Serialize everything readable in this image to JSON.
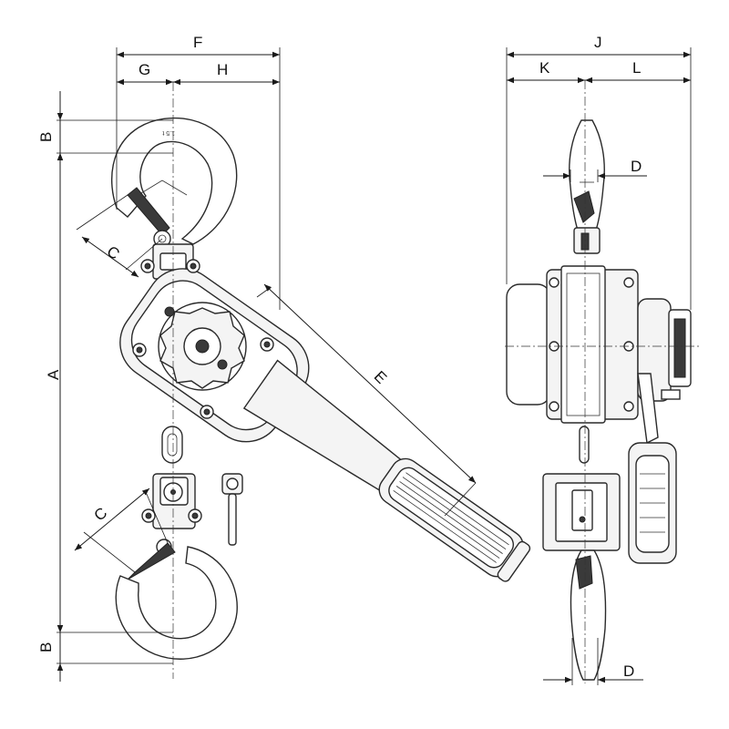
{
  "labels": {
    "F": "F",
    "G": "G",
    "H": "H",
    "J": "J",
    "K": "K",
    "L": "L",
    "A": "A",
    "B_top": "B",
    "B_bottom": "B",
    "C_top": "C",
    "C_bottom": "C",
    "D_top": "D",
    "D_bottom": "D",
    "E": "E"
  },
  "hook_marking": "1.5 t",
  "colors": {
    "line": "#1a1a1a",
    "fill": "#f4f4f4",
    "dark": "#3a3a3a"
  }
}
